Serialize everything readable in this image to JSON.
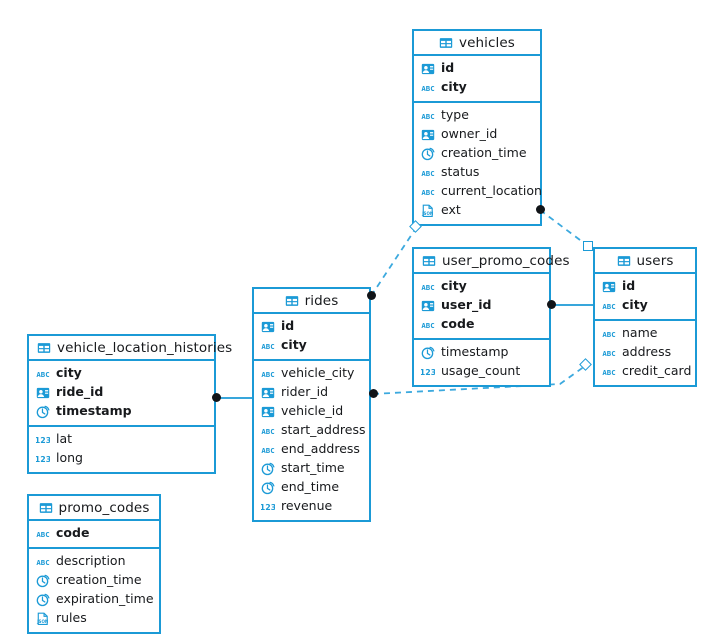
{
  "diagram": {
    "title": "database-schema-er-diagram",
    "accent_color": "#1b9ad6",
    "icon_color": "#1b9ad6",
    "text_color": "#17191c",
    "endpoint_color": "#111418",
    "background": "#ffffff"
  },
  "icon_labels": {
    "table": "table-icon",
    "id": "id-card-icon",
    "string": "abc-string-icon",
    "timestamp": "clock-icon",
    "number": "123-number-icon",
    "json": "json-document-icon"
  },
  "tables": [
    {
      "name": "vehicles",
      "header_align": "center",
      "keys": [
        {
          "label": "id",
          "type": "id"
        },
        {
          "label": "city",
          "type": "string"
        }
      ],
      "fields": [
        {
          "label": "type",
          "type": "string"
        },
        {
          "label": "owner_id",
          "type": "id"
        },
        {
          "label": "creation_time",
          "type": "timestamp"
        },
        {
          "label": "status",
          "type": "string"
        },
        {
          "label": "current_location",
          "type": "string"
        },
        {
          "label": "ext",
          "type": "json"
        }
      ]
    },
    {
      "name": "user_promo_codes",
      "header_align": "left",
      "keys": [
        {
          "label": "city",
          "type": "string"
        },
        {
          "label": "user_id",
          "type": "id"
        },
        {
          "label": "code",
          "type": "string"
        }
      ],
      "fields": [
        {
          "label": "timestamp",
          "type": "timestamp"
        },
        {
          "label": "usage_count",
          "type": "number"
        }
      ]
    },
    {
      "name": "users",
      "header_align": "center",
      "keys": [
        {
          "label": "id",
          "type": "id"
        },
        {
          "label": "city",
          "type": "string"
        }
      ],
      "fields": [
        {
          "label": "name",
          "type": "string"
        },
        {
          "label": "address",
          "type": "string"
        },
        {
          "label": "credit_card",
          "type": "string"
        }
      ]
    },
    {
      "name": "rides",
      "header_align": "center",
      "keys": [
        {
          "label": "id",
          "type": "id"
        },
        {
          "label": "city",
          "type": "string"
        }
      ],
      "fields": [
        {
          "label": "vehicle_city",
          "type": "string"
        },
        {
          "label": "rider_id",
          "type": "id"
        },
        {
          "label": "vehicle_id",
          "type": "id"
        },
        {
          "label": "start_address",
          "type": "string"
        },
        {
          "label": "end_address",
          "type": "string"
        },
        {
          "label": "start_time",
          "type": "timestamp"
        },
        {
          "label": "end_time",
          "type": "timestamp"
        },
        {
          "label": "revenue",
          "type": "number"
        }
      ]
    },
    {
      "name": "vehicle_location_histories",
      "header_align": "left",
      "keys": [
        {
          "label": "city",
          "type": "string"
        },
        {
          "label": "ride_id",
          "type": "id"
        },
        {
          "label": "timestamp",
          "type": "timestamp"
        }
      ],
      "fields": [
        {
          "label": "lat",
          "type": "number"
        },
        {
          "label": "long",
          "type": "number"
        }
      ]
    },
    {
      "name": "promo_codes",
      "header_align": "center",
      "keys": [
        {
          "label": "code",
          "type": "string"
        }
      ],
      "fields": [
        {
          "label": "description",
          "type": "string"
        },
        {
          "label": "creation_time",
          "type": "timestamp"
        },
        {
          "label": "expiration_time",
          "type": "timestamp"
        },
        {
          "label": "rules",
          "type": "json"
        }
      ]
    }
  ],
  "relationships": [
    {
      "from": "rides",
      "to": "vehicles",
      "style": "dashed"
    },
    {
      "from": "vehicles",
      "to": "users",
      "style": "dashed"
    },
    {
      "from": "user_promo_codes",
      "to": "users",
      "style": "solid"
    },
    {
      "from": "rides",
      "to": "users",
      "style": "dashed"
    },
    {
      "from": "vehicle_location_histories",
      "to": "rides",
      "style": "solid"
    }
  ]
}
